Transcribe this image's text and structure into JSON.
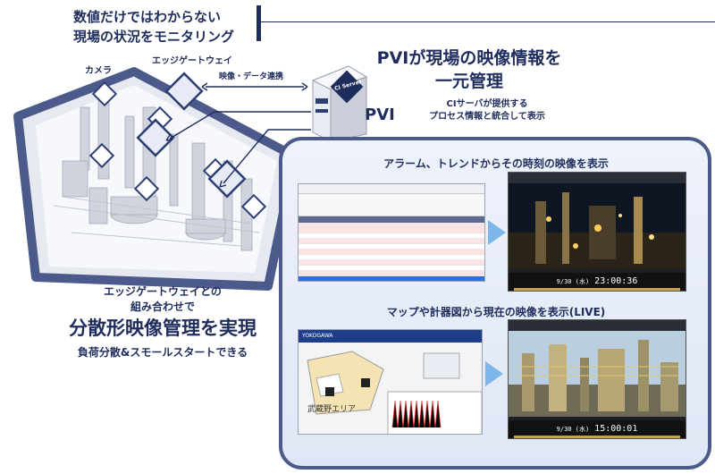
{
  "header": {
    "title_line1": "数値だけではわからない",
    "title_line2": "現場の状況をモニタリング"
  },
  "pvi": {
    "title_line1": "PVIが現場の映像情報を",
    "title_line2": "一元管理",
    "sub_line1": "CIサーバが提供する",
    "sub_line2": "プロセス情報と統合して表示",
    "label": "PVI",
    "server_label": "CI Server"
  },
  "plant": {
    "camera_label": "カメラ",
    "gateway_label": "エッジゲートウェイ",
    "link_label": "映像・データ連携"
  },
  "left_caption": {
    "line1": "エッジゲートウェイとの",
    "line2": "組み合わせで",
    "big": "分散形映像管理を実現",
    "line3": "負荷分散&スモールスタートできる"
  },
  "panel": {
    "heading1": "アラーム、トレンドからその時刻の映像を表示",
    "heading2": "マップや計器図から現在の映像を表示(LIVE)",
    "video1": {
      "date": "9/30 (水)",
      "time": "23:00:36"
    },
    "video2": {
      "date": "9/30 (水)",
      "time": "15:00:01"
    },
    "map_area": "武蔵野エリア",
    "app_name": "YOKOGAWA"
  },
  "colors": {
    "navy": "#1f2d5c",
    "panel_border": "#4b5a8a",
    "arrow": "#7fb6ea"
  }
}
